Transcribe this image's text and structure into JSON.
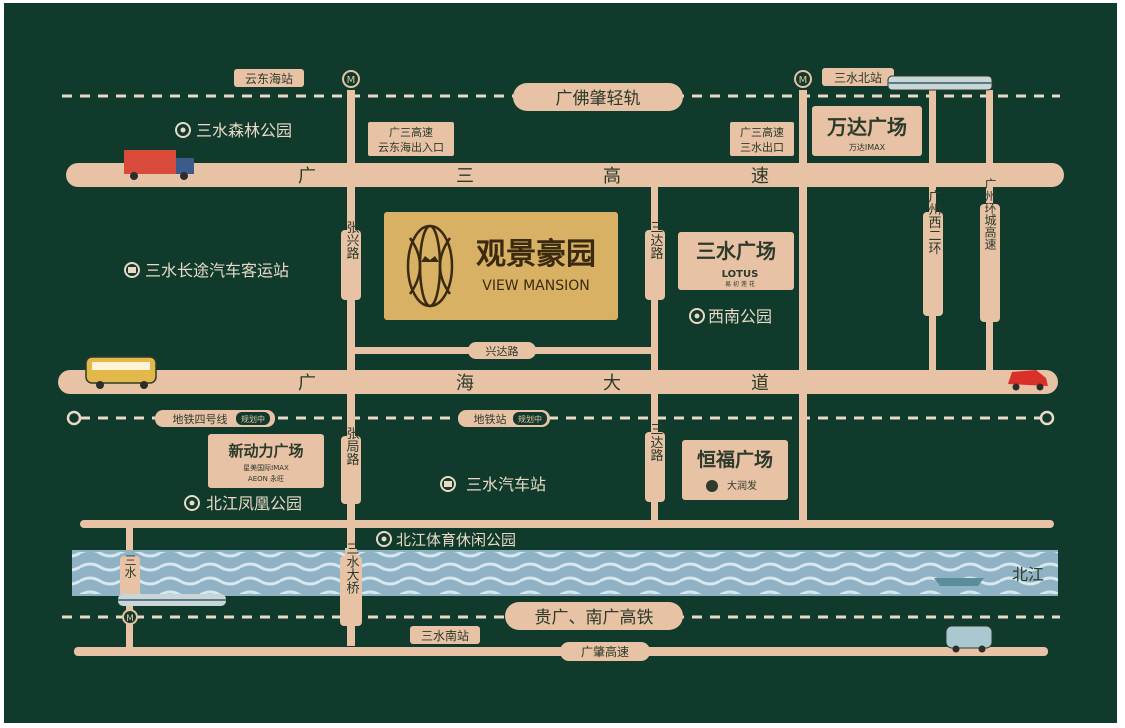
{
  "colors": {
    "background": "#0f3a2c",
    "road": "#e7c2a4",
    "road_text": "#2d3a2c",
    "label_text": "#e9d9c6",
    "logo_bg": "#d8b164",
    "logo_text": "#3a2a10",
    "river": "#8fb3c4",
    "river_wave": "#d7e8ee"
  },
  "project": {
    "name_cn": "观景豪园",
    "name_en": "VIEW MANSION"
  },
  "railways": {
    "light_rail": "广佛肇轻轨",
    "high_speed": "贵广、南广高铁",
    "metro_line": "地铁四号线",
    "metro_badge": "规划中"
  },
  "stations": {
    "yundonghai": "云东海站",
    "sanshui_north": "三水北站",
    "metro_station": "地铁站",
    "metro_station_badge": "规划中",
    "sanshui_south": "三水南站"
  },
  "roads": {
    "guangsan_chars": [
      "广",
      "三",
      "高",
      "速"
    ],
    "guanghai_chars": [
      "广",
      "海",
      "大",
      "道"
    ],
    "exit_yundonghai": [
      "广三高速",
      "云东海出入口"
    ],
    "exit_sanshui": [
      "广三高速",
      "三水出口"
    ],
    "xingxing": "张兴路",
    "xingda": "兴达路",
    "sanda_upper": "三达路",
    "sanda_lower": "三达路",
    "jingju": "张局路",
    "guangzhou_west": "广州西二环",
    "guangzhou_ring": "广州环城高速",
    "sanshui_bridge": "三水大桥",
    "sanshui_left": "三水",
    "guangzhao": "广肇高速"
  },
  "places": {
    "forest_park": "三水森林公园",
    "bus_terminal": "三水长途汽车客运站",
    "xinan_park": "西南公园",
    "bus_station": "三水汽车站",
    "beijiang_fenghuang": "北江凤凰公园",
    "beijiang_sports": "北江体育休闲公园",
    "river": "北江"
  },
  "malls": {
    "wanda": "万达广场",
    "wanda_sub": "万达IMAX",
    "sanshui_plaza": "三水广场",
    "lotus": "LOTUS",
    "lotus_sub": "易 初 莲 花",
    "xindongli": "新动力广场",
    "xindongli_sub1": "星美国际IMAX",
    "xindongli_sub2": "AEON 永旺",
    "hengfu": "恒福广场",
    "hengfu_sub": "大润发"
  }
}
